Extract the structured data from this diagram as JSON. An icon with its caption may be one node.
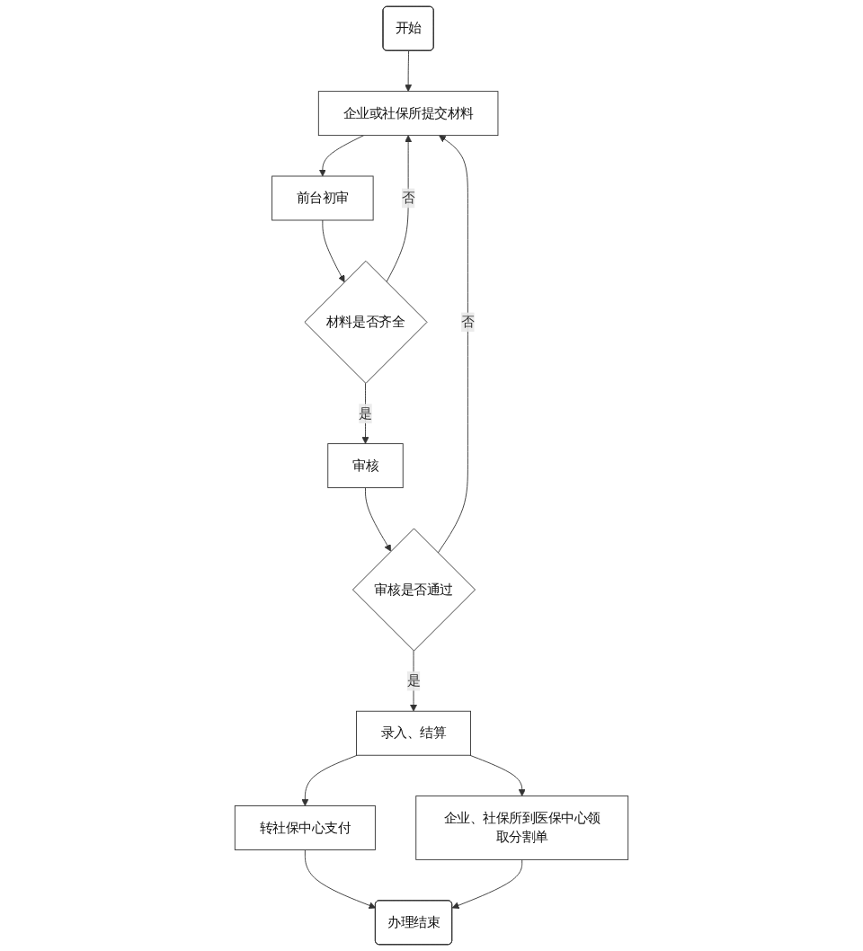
{
  "diagram": {
    "nodes": [
      {
        "text": [
          "开始"
        ]
      },
      {
        "text": [
          "企业或社保所提交材料"
        ]
      },
      {
        "text": [
          "前台初审"
        ]
      },
      {
        "text": [
          "材料是否齐全"
        ]
      },
      {
        "text": [
          "审核"
        ]
      },
      {
        "text": [
          "审核是否通过"
        ]
      },
      {
        "text": [
          "录入、结算"
        ]
      },
      {
        "text": [
          "转社保中心支付"
        ]
      },
      {
        "text": [
          "企业、社保所到医保中心领取分割单"
        ]
      },
      {
        "text": [
          "办理结束"
        ]
      }
    ],
    "edges": [
      {
        "from": 0,
        "to": 1,
        "arrow": "to"
      },
      {
        "from": 1,
        "to": 2,
        "arrow": "to"
      },
      {
        "from": 2,
        "to": 3,
        "arrow": "to"
      },
      {
        "from": 3,
        "to": 1,
        "arrow": "to",
        "label": "否"
      },
      {
        "from": 3,
        "to": 4,
        "arrow": "to",
        "label": "是"
      },
      {
        "from": 4,
        "to": 5,
        "arrow": "to"
      },
      {
        "from": 5,
        "to": 1,
        "arrow": "to",
        "label": "否"
      },
      {
        "from": 5,
        "to": 6,
        "arrow": "to",
        "label": "是"
      },
      {
        "from": 6,
        "to": 7,
        "arrow": "to"
      },
      {
        "from": 6,
        "to": 8,
        "arrow": "to"
      },
      {
        "from": 7,
        "to": 9,
        "arrow": "to"
      },
      {
        "from": 8,
        "to": 9,
        "arrow": "to"
      }
    ]
  }
}
